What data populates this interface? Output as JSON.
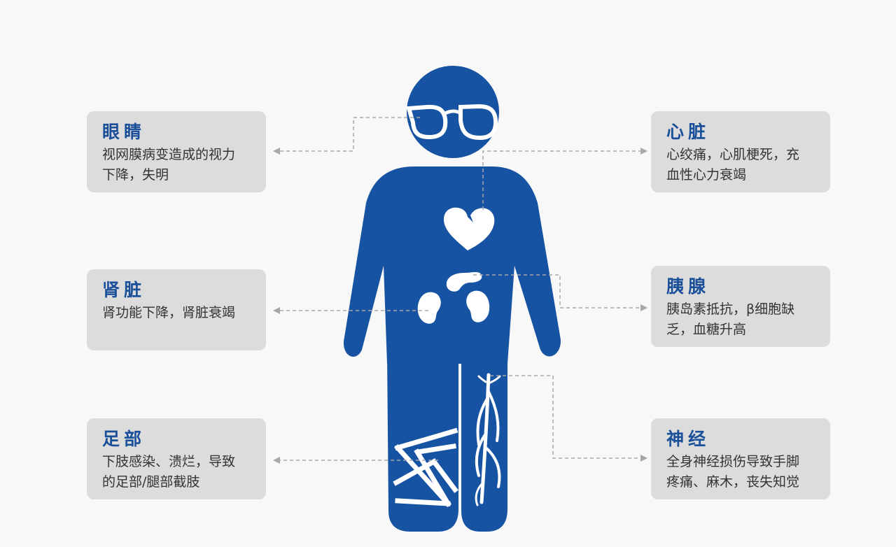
{
  "colors": {
    "figure": "#1753a3",
    "organ": "#ffffff",
    "card_bg": "#dcdcdc",
    "title": "#1a4f99",
    "text": "#333333",
    "leader": "#a8a8a8"
  },
  "cards": {
    "eyes": {
      "title": "眼睛",
      "line1": "视网膜病变造成的视力",
      "line2": "下降，失明"
    },
    "kidney": {
      "title": "肾脏",
      "line1": "肾功能下降，肾脏衰竭",
      "line2": ""
    },
    "foot": {
      "title": "足部",
      "line1": "下肢感染、溃烂，导致",
      "line2": "的足部/腿部截肢"
    },
    "heart": {
      "title": "心脏",
      "line1": "心绞痛，心肌梗死，充",
      "line2": "血性心力衰竭"
    },
    "pancreas": {
      "title": "胰腺",
      "line1": "胰岛素抵抗，β细胞缺",
      "line2": "乏，血糖升高"
    },
    "nerve": {
      "title": "神经",
      "line1": "全身神经损伤导致手脚",
      "line2": "疼痛、麻木，丧失知觉"
    }
  },
  "icons": [
    "glasses-icon",
    "heart-icon",
    "pancreas-icon",
    "kidney-icon",
    "nerve-icon",
    "bandage-icon"
  ]
}
